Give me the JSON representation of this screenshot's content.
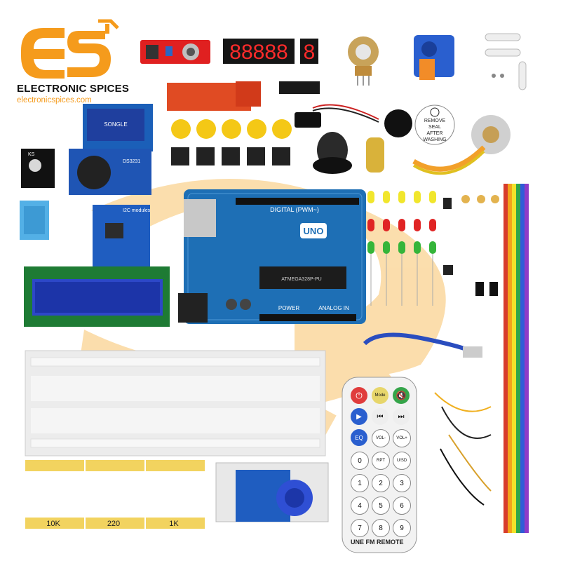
{
  "brand": {
    "name": "ELECTRONIC SPICES",
    "website": "electronicspices.com",
    "accent_color": "#f59b1c",
    "watermark_color": "#f8c36a"
  },
  "board": {
    "model": "UNO",
    "digital_label": "DIGITAL (PWM~)",
    "power_label": "POWER",
    "analog_label": "ANALOG IN",
    "chip_label": "ATMEGA328P-PU",
    "color": "#1e6fb5"
  },
  "seven_segment": {
    "digits": "88888",
    "extra_digit": "8"
  },
  "buzzer_sticker": {
    "line1": "REMOVE",
    "line2": "SEAL",
    "line3": "AFTER",
    "line4": "WASHING"
  },
  "modules": {
    "rtc": "DS3231",
    "i2c_label": "I2C modules",
    "ks_label": "KS",
    "relay_label": "SONGLE"
  },
  "resistors": {
    "labels": [
      "10K",
      "220",
      "1K"
    ]
  },
  "remote": {
    "title": "UNE FM REMOTE",
    "buttons": [
      "",
      "Mode",
      "",
      "",
      "",
      "",
      "EQ",
      "VOL-",
      "VOL+",
      "0",
      "RPT",
      "U/SD",
      "1",
      "2",
      "3",
      "4",
      "5",
      "6",
      "7",
      "8",
      "9"
    ]
  },
  "icons": [
    "power-icon",
    "mute-icon",
    "play-pause-icon",
    "previous-icon",
    "next-icon"
  ]
}
